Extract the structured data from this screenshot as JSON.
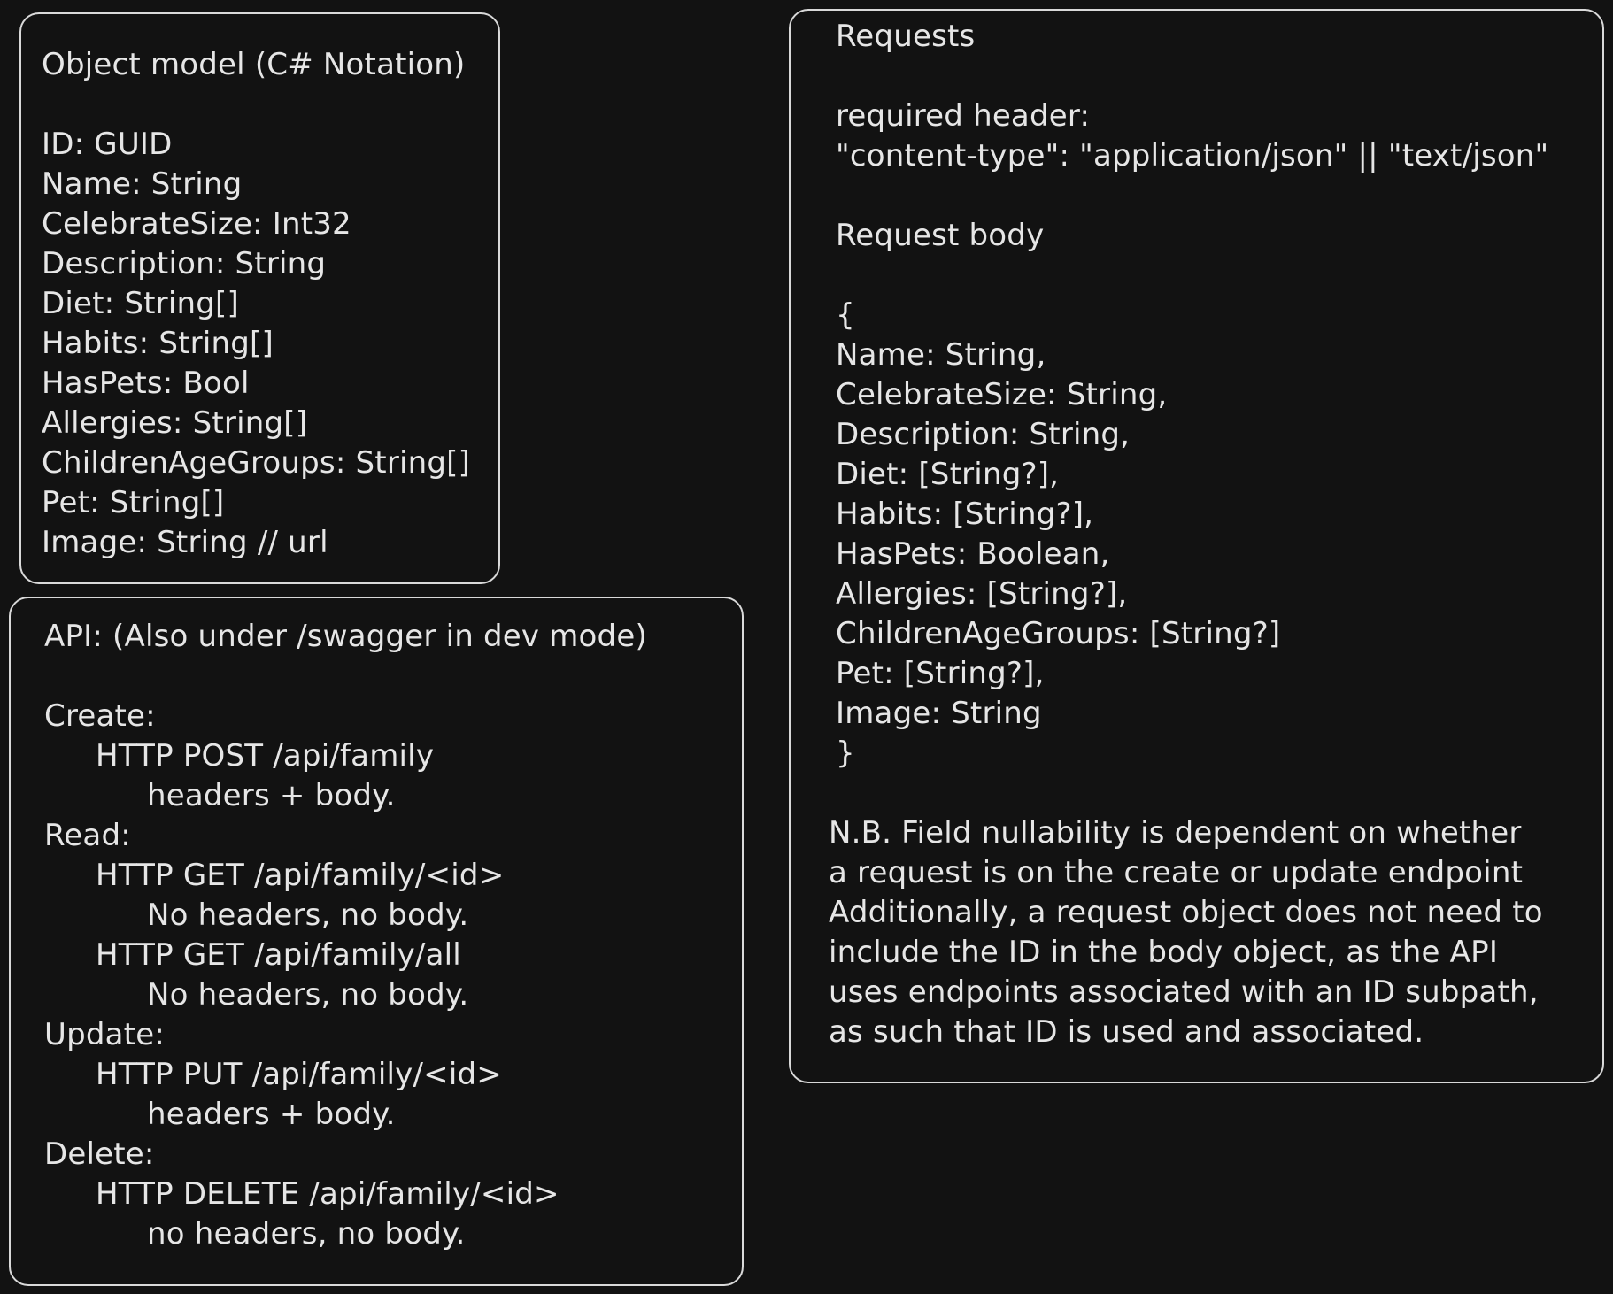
{
  "object_model": {
    "title": "Object model (C# Notation)",
    "fields": [
      "ID: GUID",
      "Name: String",
      "CelebrateSize: Int32",
      "Description: String",
      "Diet: String[]",
      "Habits: String[]",
      "HasPets: Bool",
      "Allergies: String[]",
      "ChildrenAgeGroups: String[]",
      "Pet: String[]",
      "Image: String // url"
    ]
  },
  "api": {
    "title": "API: (Also under /swagger in dev mode)",
    "create_label": "Create:",
    "create_request": "HTTP POST /api/family",
    "create_detail": "headers + body.",
    "read_label": "Read:",
    "read_request_1": "HTTP GET /api/family/<id>",
    "read_detail_1": "No headers, no body.",
    "read_request_2": "HTTP GET /api/family/all",
    "read_detail_2": "No headers, no body.",
    "update_label": "Update:",
    "update_request": "HTTP PUT /api/family/<id>",
    "update_detail": "headers + body.",
    "delete_label": "Delete:",
    "delete_request": "HTTP DELETE /api/family/<id>",
    "delete_detail": "no headers, no body."
  },
  "requests": {
    "title": "Requests",
    "header_label": "required header:",
    "header_value": "\"content-type\": \"application/json\" || \"text/json\"",
    "body_label": "Request body",
    "brace_open": "{",
    "body_fields": [
      "Name: String,",
      "CelebrateSize: String,",
      "Description: String,",
      "Diet: [String?],",
      "Habits: [String?],",
      "HasPets: Boolean,",
      "Allergies: [String?],",
      "ChildrenAgeGroups: [String?]",
      "Pet: [String?],",
      "Image: String"
    ],
    "brace_close": "}",
    "notes": [
      "N.B. Field nullability is dependent on whether",
      "a request is on the create or update endpoint",
      "Additionally, a request object does not need to",
      "include the ID in the body object, as the API",
      "uses endpoints associated with an ID subpath,",
      "as such that ID is used and associated."
    ]
  }
}
